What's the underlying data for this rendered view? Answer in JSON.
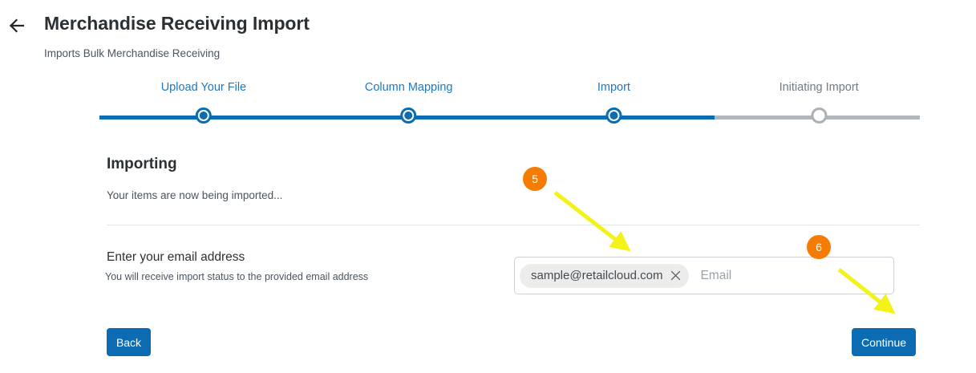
{
  "header": {
    "back_icon": "arrow-left-icon",
    "title": "Merchandise Receiving Import",
    "subtitle": "Imports Bulk Merchandise Receiving"
  },
  "stepper": {
    "active_index": 2,
    "progress_percent": 75,
    "steps": [
      {
        "label": "Upload Your File",
        "state": "complete",
        "position_percent": 12.7
      },
      {
        "label": "Column Mapping",
        "state": "complete",
        "position_percent": 37.7
      },
      {
        "label": "Import",
        "state": "active",
        "position_percent": 62.7
      },
      {
        "label": "Initiating Import",
        "state": "inactive",
        "position_percent": 87.7
      }
    ]
  },
  "main": {
    "heading": "Importing",
    "status_text": "Your items are now being imported...",
    "email_section": {
      "label": "Enter your email address",
      "hint": "You will receive import status to the provided email address",
      "chip_value": "sample@retailcloud.com",
      "chip_remove_icon": "close-icon",
      "input_placeholder": "Email",
      "input_value": ""
    },
    "buttons": {
      "back_label": "Back",
      "continue_label": "Continue"
    }
  },
  "annotations": {
    "badges": [
      {
        "number": "5",
        "target": "email-chip"
      },
      {
        "number": "6",
        "target": "continue-button"
      }
    ],
    "arrows": [
      {
        "from_badge": "5",
        "points_to": "email-field"
      },
      {
        "from_badge": "6",
        "points_to": "continue-button"
      }
    ]
  },
  "colors": {
    "primary_blue": "#0b6cb3",
    "step_label_blue": "#2277bb",
    "inactive_gray": "#b0b6ba",
    "annotation_orange": "#f57c00",
    "annotation_yellow": "#f3f31a"
  }
}
